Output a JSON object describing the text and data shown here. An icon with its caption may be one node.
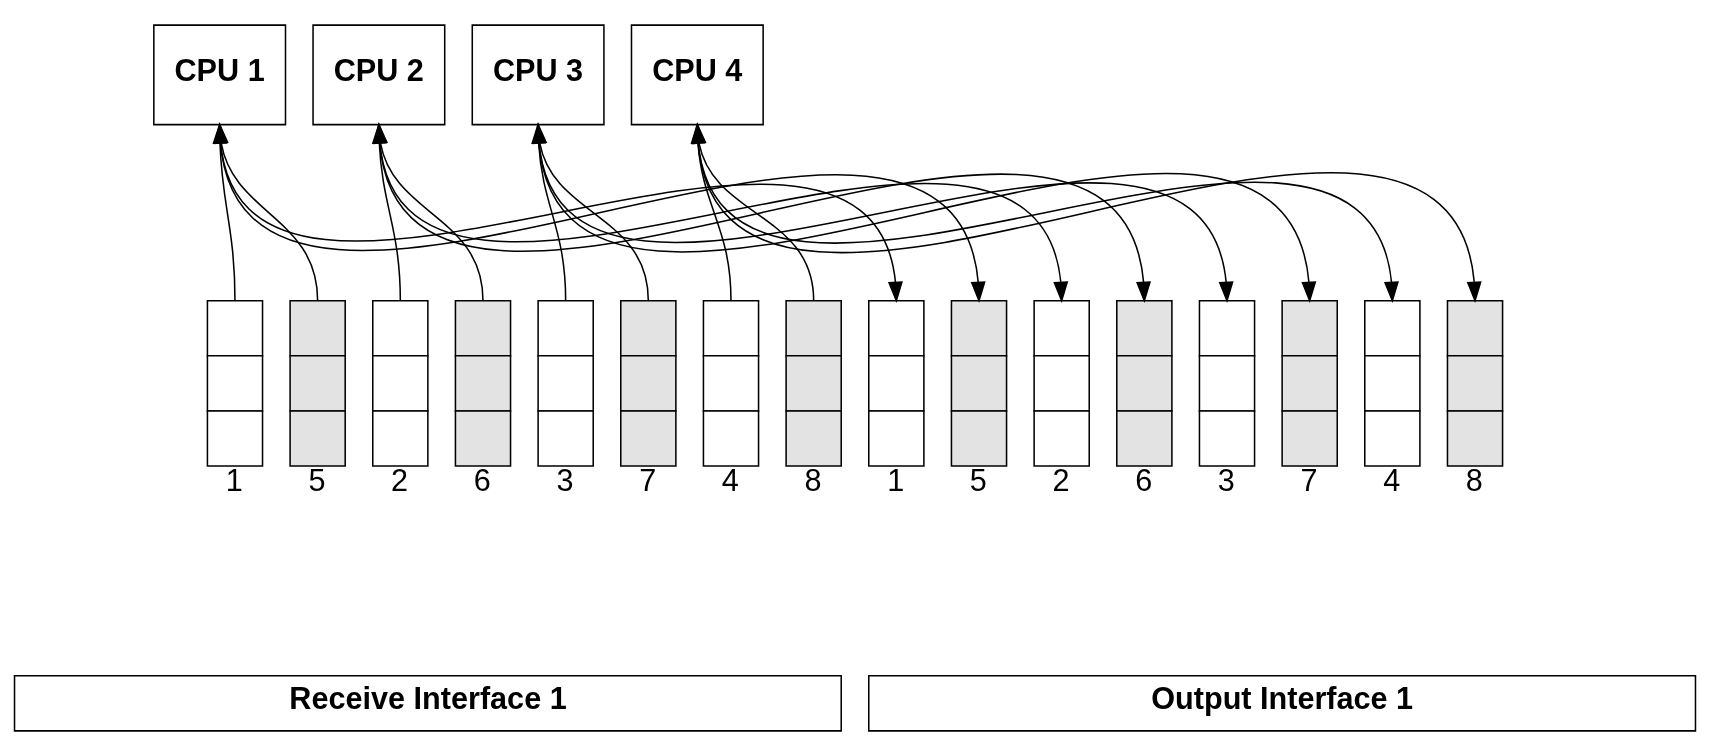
{
  "diagram": {
    "nodes": [
      {
        "text": [
          "CPU 1"
        ]
      },
      {
        "text": [
          "CPU 2"
        ]
      },
      {
        "text": [
          "CPU 3"
        ]
      },
      {
        "text": [
          "CPU 4"
        ]
      },
      {
        "text": [],
        "shape": "box",
        "beside": [
          "1"
        ]
      },
      {
        "text": [],
        "shape": "box",
        "beside": [
          "5"
        ]
      },
      {
        "text": [],
        "shape": "box",
        "beside": [
          "2"
        ]
      },
      {
        "text": [],
        "shape": "box",
        "beside": [
          "6"
        ]
      },
      {
        "text": [],
        "shape": "box",
        "beside": [
          "3"
        ]
      },
      {
        "text": [],
        "shape": "box",
        "beside": [
          "7"
        ]
      },
      {
        "text": [],
        "shape": "box",
        "beside": [
          "4"
        ]
      },
      {
        "text": [],
        "shape": "box",
        "beside": [
          "8"
        ]
      },
      {
        "text": [],
        "shape": "box",
        "beside": [
          "1"
        ]
      },
      {
        "text": [],
        "shape": "box",
        "beside": [
          "5"
        ]
      },
      {
        "text": [],
        "shape": "box",
        "beside": [
          "2"
        ]
      },
      {
        "text": [],
        "shape": "box",
        "beside": [
          "6"
        ]
      },
      {
        "text": [],
        "shape": "box",
        "beside": [
          "3"
        ]
      },
      {
        "text": [],
        "shape": "box",
        "beside": [
          "7"
        ]
      },
      {
        "text": [],
        "shape": "box",
        "beside": [
          "4"
        ]
      },
      {
        "text": [],
        "shape": "box",
        "beside": [
          "8"
        ]
      },
      {
        "text": [
          "Receive Interface 1"
        ]
      },
      {
        "text": [
          "Output Interface 1"
        ]
      }
    ],
    "edges": [
      {
        "from": 4,
        "to": 0,
        "arrow": "to"
      },
      {
        "from": 5,
        "to": 0,
        "arrow": "to"
      },
      {
        "from": 6,
        "to": 1,
        "arrow": "to"
      },
      {
        "from": 7,
        "to": 1,
        "arrow": "to"
      },
      {
        "from": 8,
        "to": 2,
        "arrow": "to"
      },
      {
        "from": 9,
        "to": 2,
        "arrow": "to"
      },
      {
        "from": 10,
        "to": 3,
        "arrow": "to"
      },
      {
        "from": 11,
        "to": 3,
        "arrow": "to"
      },
      {
        "from": 0,
        "to": 12,
        "arrow": "to"
      },
      {
        "from": 0,
        "to": 13,
        "arrow": "to"
      },
      {
        "from": 1,
        "to": 14,
        "arrow": "to"
      },
      {
        "from": 1,
        "to": 15,
        "arrow": "to"
      },
      {
        "from": 2,
        "to": 16,
        "arrow": "to"
      },
      {
        "from": 2,
        "to": 17,
        "arrow": "to"
      },
      {
        "from": 3,
        "to": 18,
        "arrow": "to"
      },
      {
        "from": 3,
        "to": 19,
        "arrow": "to"
      }
    ]
  }
}
